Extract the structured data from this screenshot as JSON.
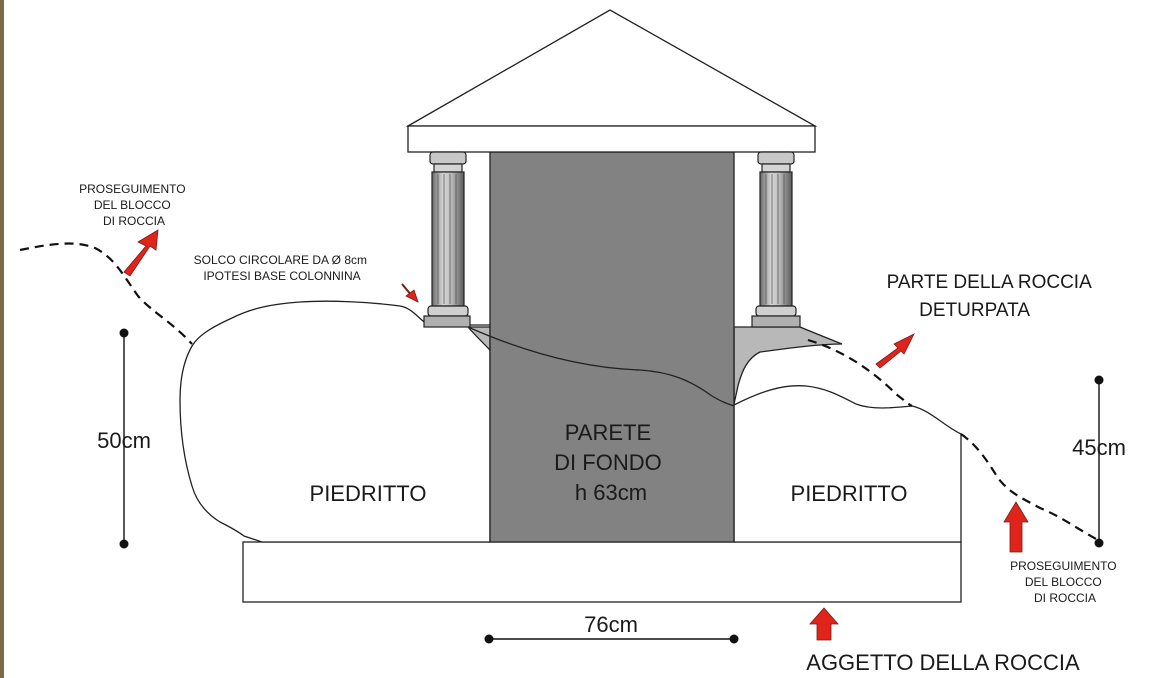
{
  "labels": {
    "rock_continuation_left": [
      "PROSEGUIMENTO",
      "DEL BLOCCO",
      "DI ROCCIA"
    ],
    "circular_groove": [
      "SOLCO CIRCOLARE DA Ø 8cm",
      "IPOTESI BASE COLONNINA"
    ],
    "damaged_rock": [
      "PARTE DELLA ROCCIA",
      "DETURPATA"
    ],
    "back_wall": [
      "PARETE",
      "DI FONDO",
      "h 63cm"
    ],
    "jamb_left": "PIEDRITTO",
    "jamb_right": "PIEDRITTO",
    "rock_continuation_right": [
      "PROSEGUIMENTO",
      "DEL BLOCCO",
      "DI ROCCIA"
    ],
    "rock_overhang": "AGGETTO DELLA ROCCIA"
  },
  "dimensions": {
    "left_height": "50cm",
    "right_height": "45cm",
    "bottom_width": "76cm"
  },
  "colors": {
    "back_wall": "#828282",
    "damaged_area": "#b8b8b8",
    "arrow": "#e0241b",
    "column": "#a8a8a8",
    "outline": "#222222"
  }
}
